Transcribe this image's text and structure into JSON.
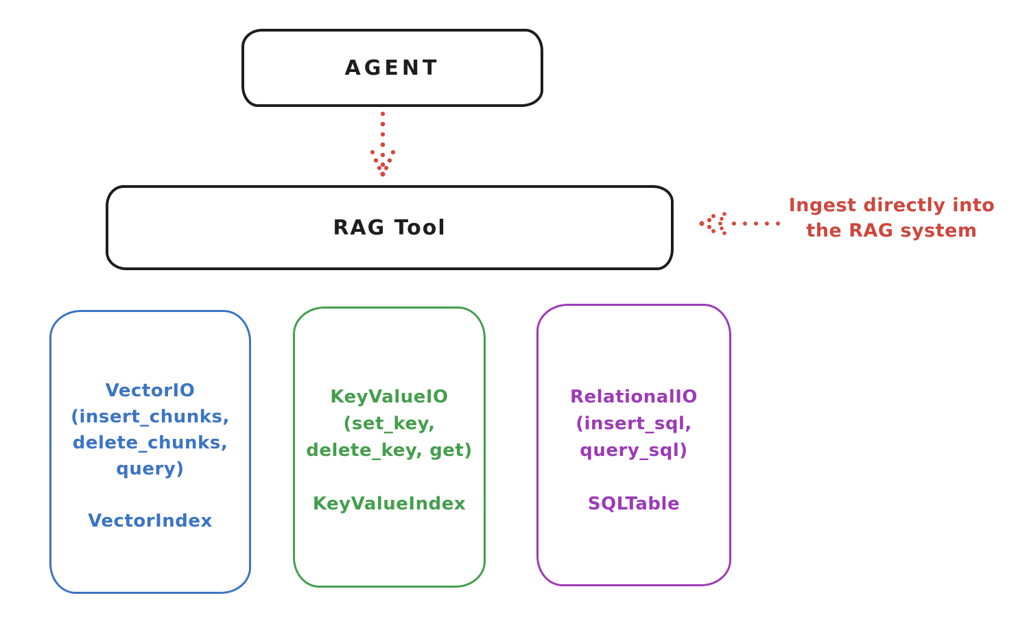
{
  "agent_box": {
    "label": "AGENT"
  },
  "rag_tool_box": {
    "label": "RAG Tool"
  },
  "annotation": {
    "line1": "Ingest directly into",
    "line2": "the RAG system"
  },
  "icons": {
    "down_arrow": "dotted-arrow-down",
    "left_arrow": "dotted-arrow-left"
  },
  "colors": {
    "ink": "#1d1d1d",
    "red": "#cd473e",
    "blue": "#3b74c4",
    "green": "#449e4c",
    "purple": "#9c3ab8",
    "background": "#ffffff"
  },
  "io_boxes": [
    {
      "name": "vector-io",
      "color": "#3b74c4",
      "lines": [
        "VectorIO",
        "(insert_chunks,",
        "delete_chunks,",
        "query)"
      ],
      "index_label": "VectorIndex"
    },
    {
      "name": "keyvalue-io",
      "color": "#449e4c",
      "lines": [
        "KeyValueIO",
        "(set_key,",
        "delete_key, get)"
      ],
      "index_label": "KeyValueIndex"
    },
    {
      "name": "relational-io",
      "color": "#9c3ab8",
      "lines": [
        "RelationalIO",
        "(insert_sql,",
        "query_sql)"
      ],
      "index_label": "SQLTable"
    }
  ]
}
